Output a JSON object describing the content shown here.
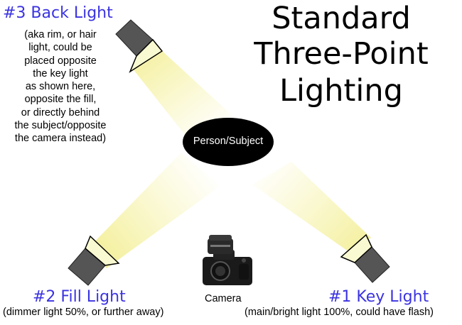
{
  "title": {
    "line1": "Standard",
    "line2": "Three-Point",
    "line3": "Lighting"
  },
  "back_light": {
    "name": "#3  Back Light",
    "note": [
      "(aka rim, or hair",
      "light, could be",
      "placed opposite",
      "the key light",
      "as shown here,",
      "opposite the fill,",
      "or directly behind",
      "the subject/opposite",
      "the camera instead)"
    ]
  },
  "subject": {
    "label": "Person/Subject"
  },
  "fill_light": {
    "name": "#2  Fill Light",
    "note": "(dimmer light 50%, or further away)"
  },
  "key_light": {
    "name": "#1  Key Light",
    "note": "(main/bright light 100%, could have flash)"
  },
  "camera": {
    "label": "Camera"
  },
  "colors": {
    "light_name": "#3b33e0",
    "beam": "#f7f3a6",
    "lamp_body": "#555555",
    "subject_fill": "#000000"
  },
  "icons": [
    "lamp-icon",
    "camera-icon"
  ]
}
